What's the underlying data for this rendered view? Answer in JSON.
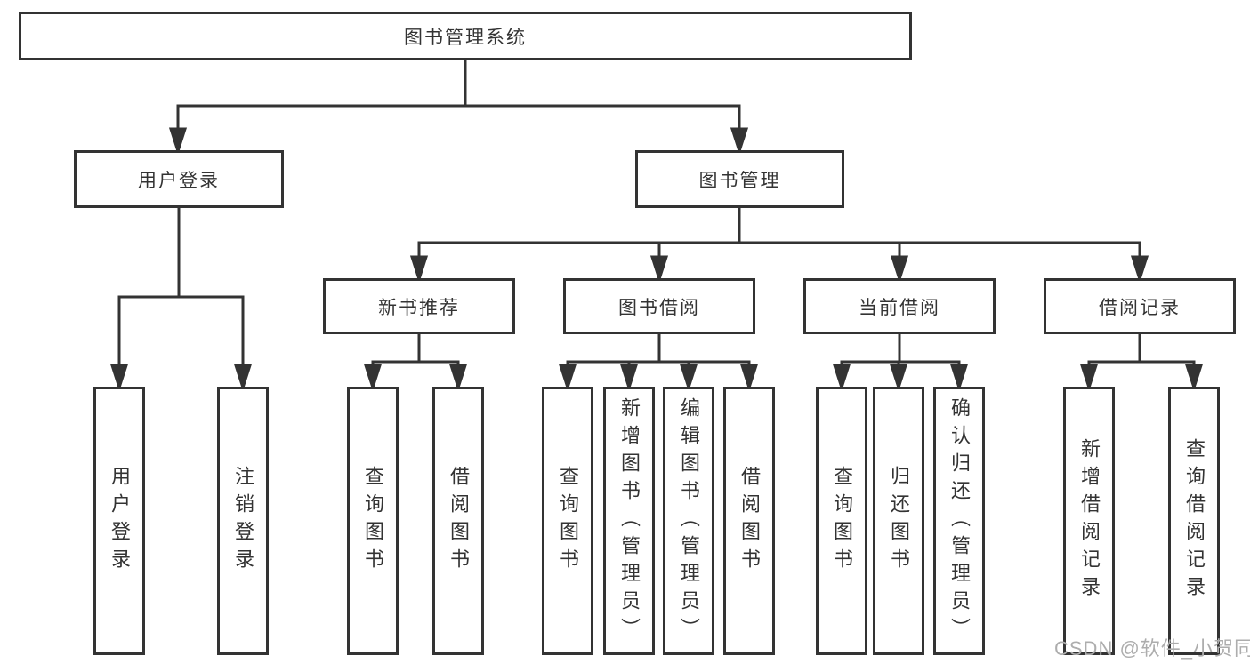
{
  "diagram": {
    "root": "图书管理系统",
    "user_login": {
      "label": "用户登录",
      "children": [
        "用户登录",
        "注销登录"
      ]
    },
    "book_management": {
      "label": "图书管理",
      "new_book": {
        "label": "新书推荐",
        "children": [
          "查询图书",
          "借阅图书"
        ]
      },
      "borrow": {
        "label": "图书借阅",
        "children": [
          "查询图书",
          "新增图书（管理员）",
          "编辑图书（管理员）",
          "借阅图书"
        ]
      },
      "current": {
        "label": "当前借阅",
        "children": [
          "查询图书",
          "归还图书",
          "确认归还（管理员）"
        ]
      },
      "records": {
        "label": "借阅记录",
        "children": [
          "新增借阅记录",
          "查询借阅记录"
        ]
      }
    }
  },
  "watermark": "CSDN @软件_小贺同学",
  "colors": {
    "line": "#333333",
    "box_border": "#333333",
    "box_fill": "#ffffff",
    "text": "#333333",
    "watermark": "#adadad",
    "background": "#ffffff"
  }
}
